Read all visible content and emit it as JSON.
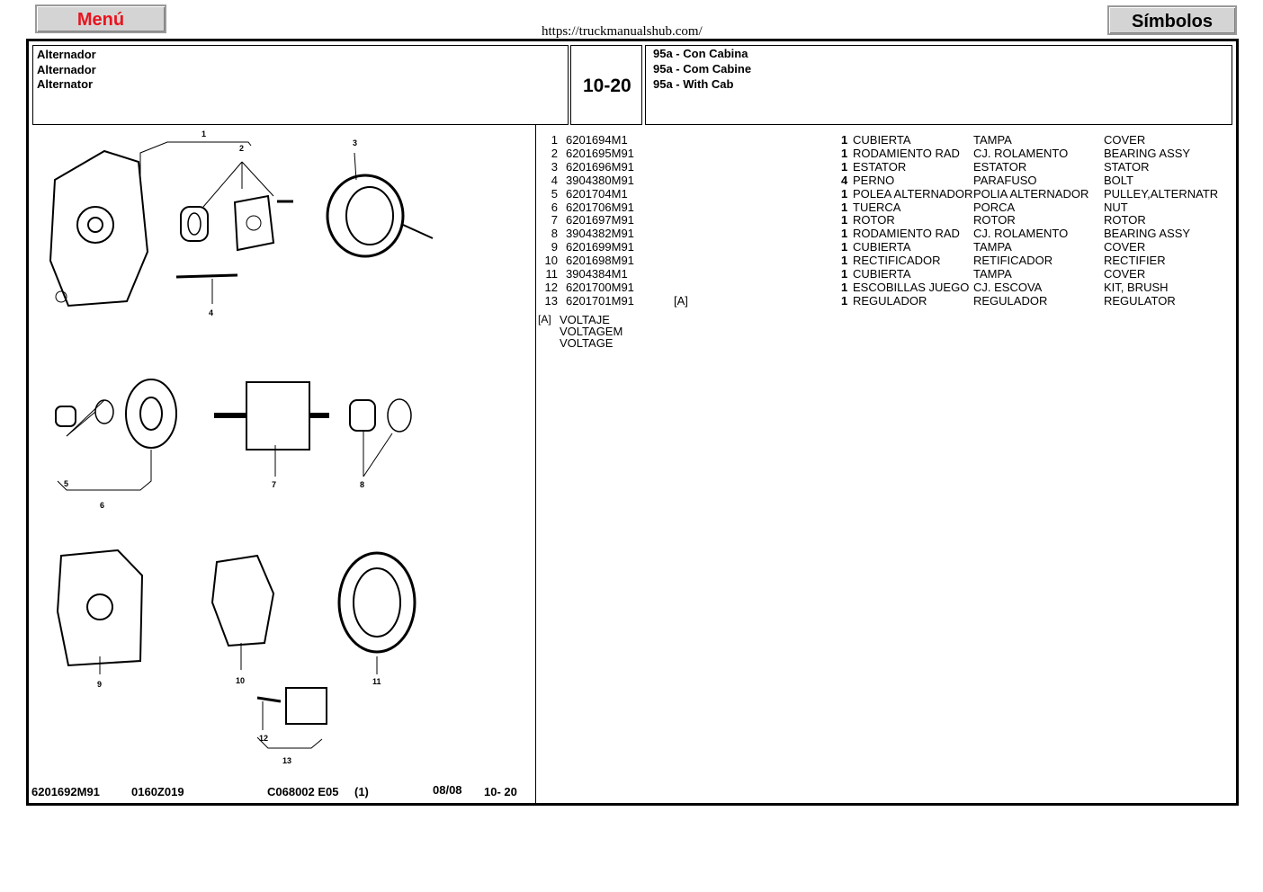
{
  "buttons": {
    "menu": "Menú",
    "simbolos": "Símbolos"
  },
  "url": "https://truckmanualshub.com/",
  "header": {
    "title_lines": [
      "Alternador",
      "Alternador",
      "Alternator"
    ],
    "page": "10-20",
    "model_lines": [
      "95a - Con Cabina",
      "95a - Com Cabine",
      "95a - With Cab"
    ]
  },
  "parts": [
    {
      "no": "1",
      "part": "6201694M1",
      "note": "",
      "qty": "1",
      "es": "CUBIERTA",
      "pt": "TAMPA",
      "en": "COVER"
    },
    {
      "no": "2",
      "part": "6201695M91",
      "note": "",
      "qty": "1",
      "es": "RODAMIENTO RAD",
      "pt": "CJ. ROLAMENTO",
      "en": "BEARING ASSY"
    },
    {
      "no": "3",
      "part": "6201696M91",
      "note": "",
      "qty": "1",
      "es": "ESTATOR",
      "pt": "ESTATOR",
      "en": "STATOR"
    },
    {
      "no": "4",
      "part": "3904380M91",
      "note": "",
      "qty": "4",
      "es": "PERNO",
      "pt": "PARAFUSO",
      "en": "BOLT"
    },
    {
      "no": "5",
      "part": "6201704M1",
      "note": "",
      "qty": "1",
      "es": "POLEA ALTERNADOR",
      "pt": "POLIA ALTERNADOR",
      "en": "PULLEY,ALTERNATR"
    },
    {
      "no": "6",
      "part": "6201706M91",
      "note": "",
      "qty": "1",
      "es": "TUERCA",
      "pt": "PORCA",
      "en": "NUT"
    },
    {
      "no": "7",
      "part": "6201697M91",
      "note": "",
      "qty": "1",
      "es": "ROTOR",
      "pt": "ROTOR",
      "en": "ROTOR"
    },
    {
      "no": "8",
      "part": "3904382M91",
      "note": "",
      "qty": "1",
      "es": "RODAMIENTO RAD",
      "pt": "CJ. ROLAMENTO",
      "en": "BEARING ASSY"
    },
    {
      "no": "9",
      "part": "6201699M91",
      "note": "",
      "qty": "1",
      "es": "CUBIERTA",
      "pt": "TAMPA",
      "en": "COVER"
    },
    {
      "no": "10",
      "part": "6201698M91",
      "note": "",
      "qty": "1",
      "es": "RECTIFICADOR",
      "pt": "RETIFICADOR",
      "en": "RECTIFIER"
    },
    {
      "no": "11",
      "part": "3904384M1",
      "note": "",
      "qty": "1",
      "es": "CUBIERTA",
      "pt": "TAMPA",
      "en": "COVER"
    },
    {
      "no": "12",
      "part": "6201700M91",
      "note": "",
      "qty": "1",
      "es": "ESCOBILLAS JUEGO",
      "pt": "CJ. ESCOVA",
      "en": "KIT, BRUSH"
    },
    {
      "no": "13",
      "part": "6201701M91",
      "note": "[A]",
      "qty": "1",
      "es": "REGULADOR",
      "pt": "REGULADOR",
      "en": "REGULATOR"
    }
  ],
  "note": {
    "tag": "[A]",
    "lines": [
      "VOLTAJE",
      "VOLTAGEM",
      "VOLTAGE"
    ]
  },
  "footer": {
    "part": "6201692M91",
    "code": "0160Z019",
    "ref": "C068002  E05",
    "sheet": "(1)",
    "date": "08/08",
    "page": "10- 20"
  },
  "diagram_labels": [
    "1",
    "2",
    "3",
    "4",
    "5",
    "6",
    "7",
    "8",
    "9",
    "10",
    "11",
    "12",
    "13"
  ]
}
